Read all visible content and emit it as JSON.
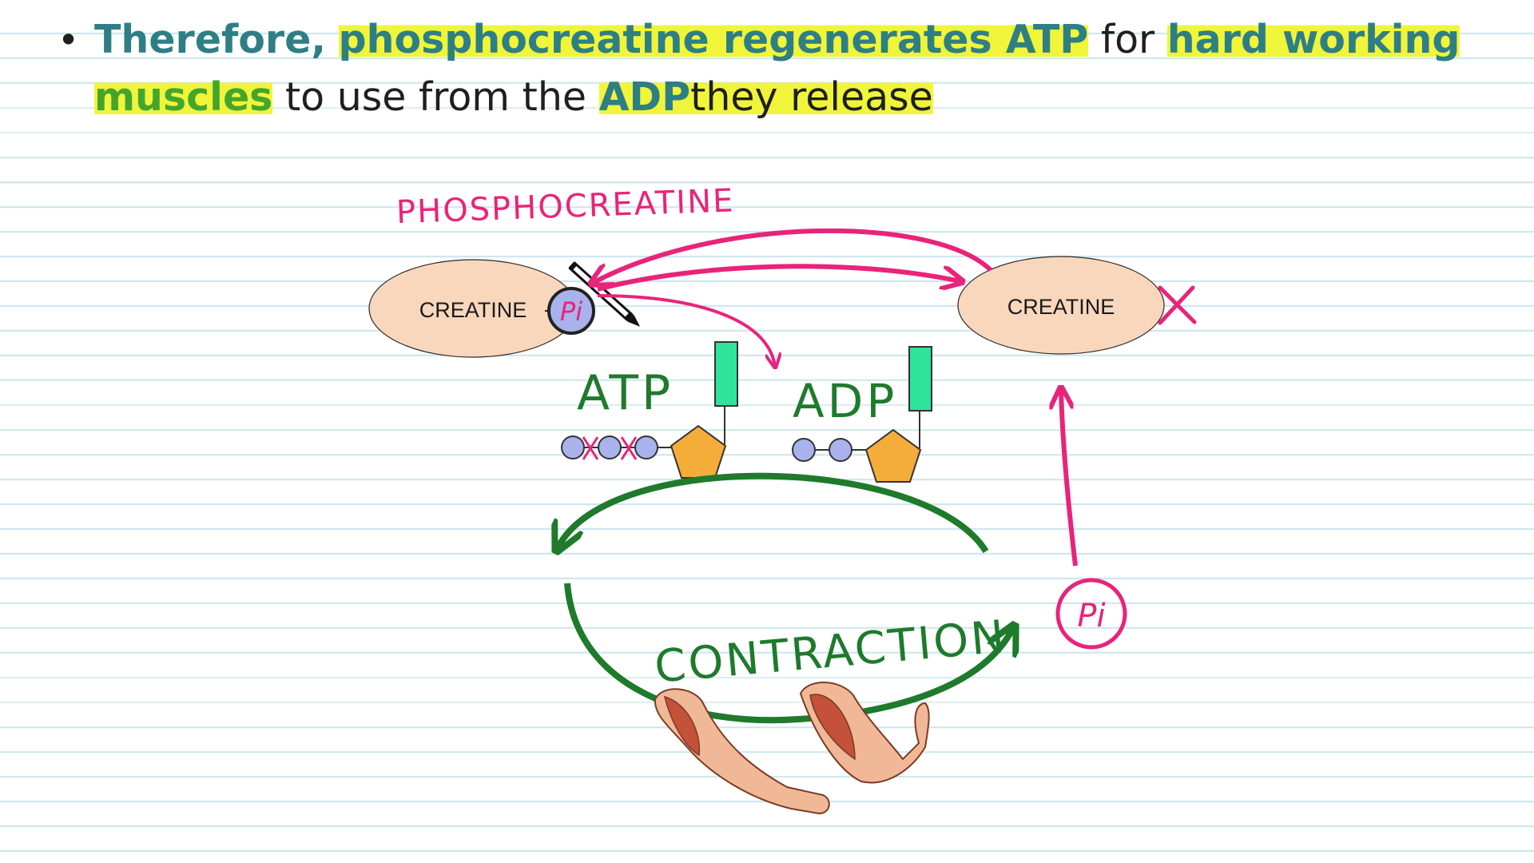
{
  "bullet": {
    "w1": "Therefore,",
    "w2": "phosphocreatine regenerates ATP",
    "w3": "for",
    "w4": "hard working",
    "w5": "muscles",
    "w6": "to use from the",
    "w7": "ADP",
    "w8": "they release"
  },
  "diagram": {
    "phosphocreatine_label": "PHOSPHOCREATINE",
    "creatine_left": "CREATINE",
    "creatine_right": "CREATINE",
    "pi_bound": "Pi",
    "pi_free": "Pi",
    "atp_label": "ATP",
    "adp_label": "ADP",
    "contraction_label": "CONTRACTION"
  },
  "colors": {
    "teal": "#2e7f85",
    "green": "#44a52d",
    "highlight": "#f0f53a",
    "pink": "#e8247a",
    "dark_green": "#1f7a2c",
    "creatine_fill": "#f8d7bd",
    "phosphate_fill": "#a9b2ec",
    "ribose_fill": "#f5ad3a",
    "base_fill": "#2ee39a"
  }
}
